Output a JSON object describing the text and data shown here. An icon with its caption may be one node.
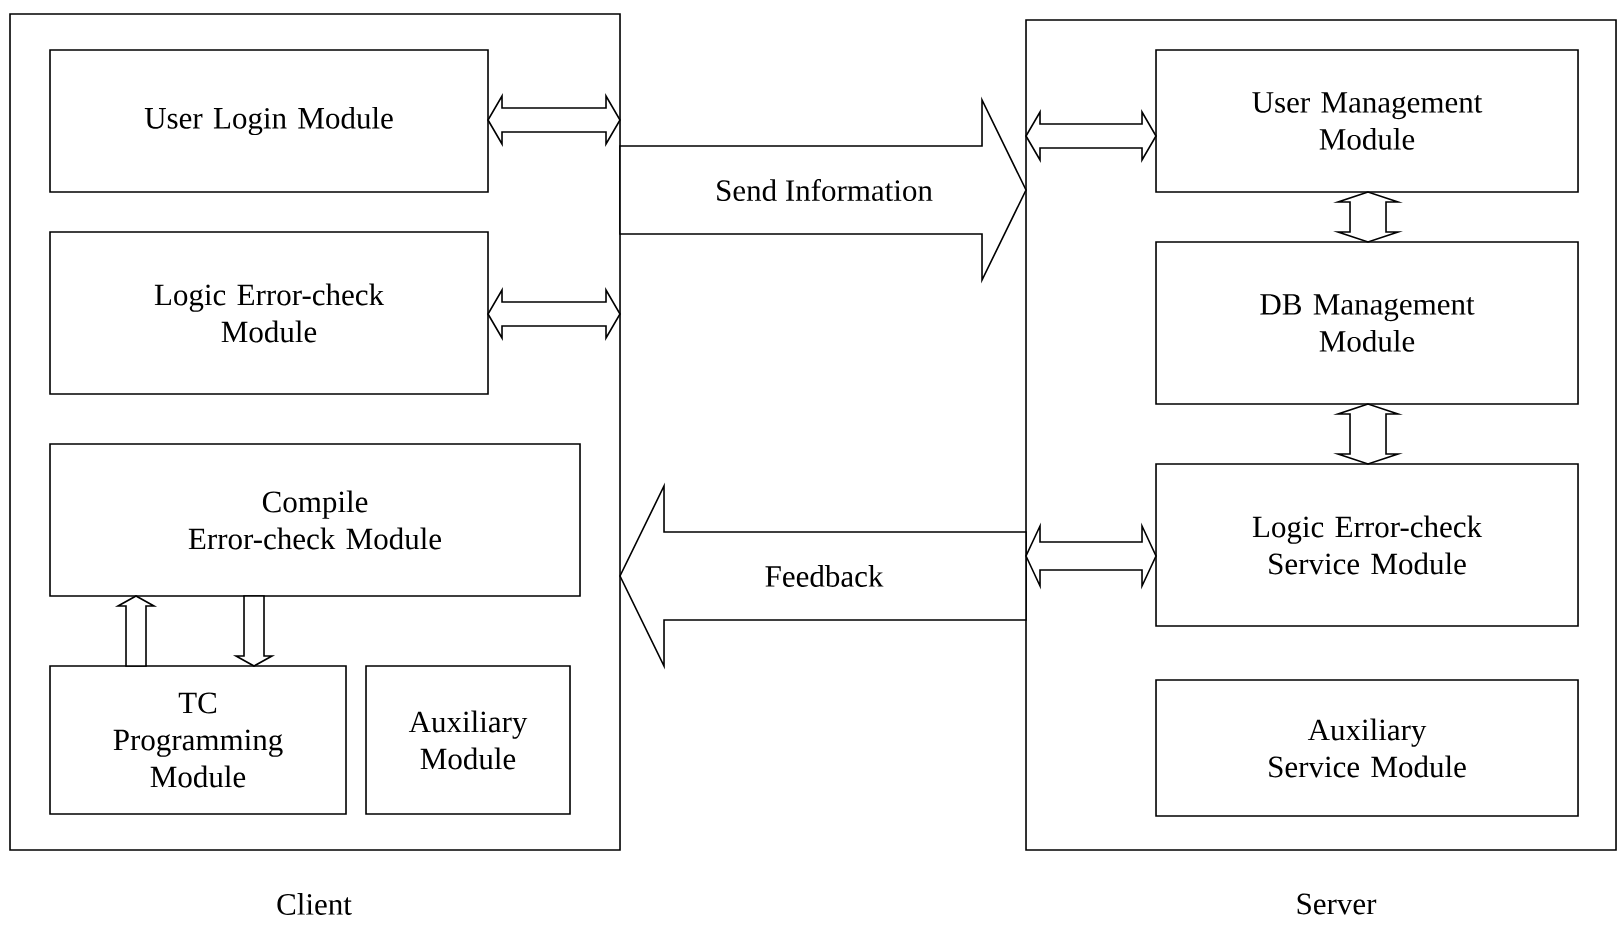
{
  "diagram": {
    "nodes": [
      {
        "text": [
          "Client"
        ]
      },
      {
        "text": [
          "User Login Module"
        ],
        "in": 0
      },
      {
        "text": [
          "Logic Error-check Module"
        ],
        "in": 0
      },
      {
        "text": [
          "Compile Error-check Module"
        ],
        "in": 0
      },
      {
        "text": [
          "TC Programming Module"
        ],
        "in": 0
      },
      {
        "text": [
          "Auxiliary Module"
        ],
        "in": 0
      },
      {
        "text": [
          "Server"
        ]
      },
      {
        "text": [
          "User Management Module"
        ],
        "in": 6
      },
      {
        "text": [
          "DB Management Module"
        ],
        "in": 6
      },
      {
        "text": [
          "Logic Error-check Service Module"
        ],
        "in": 6
      },
      {
        "text": [
          "Auxiliary Service Module"
        ],
        "in": 6
      }
    ],
    "edges": [
      {
        "from": 1,
        "to": 0,
        "arrow": "both"
      },
      {
        "from": 2,
        "to": 0,
        "arrow": "both"
      },
      {
        "from": 4,
        "to": 3,
        "arrow": "to"
      },
      {
        "from": 3,
        "to": 4,
        "arrow": "to"
      },
      {
        "from": 0,
        "to": 6,
        "arrow": "to",
        "label": "Send Information"
      },
      {
        "from": 6,
        "to": 0,
        "arrow": "to",
        "label": "Feedback"
      },
      {
        "from": 6,
        "to": 7,
        "arrow": "both"
      },
      {
        "from": 7,
        "to": 8,
        "arrow": "both"
      },
      {
        "from": 8,
        "to": 9,
        "arrow": "both"
      },
      {
        "from": 6,
        "to": 9,
        "arrow": "both"
      }
    ]
  }
}
